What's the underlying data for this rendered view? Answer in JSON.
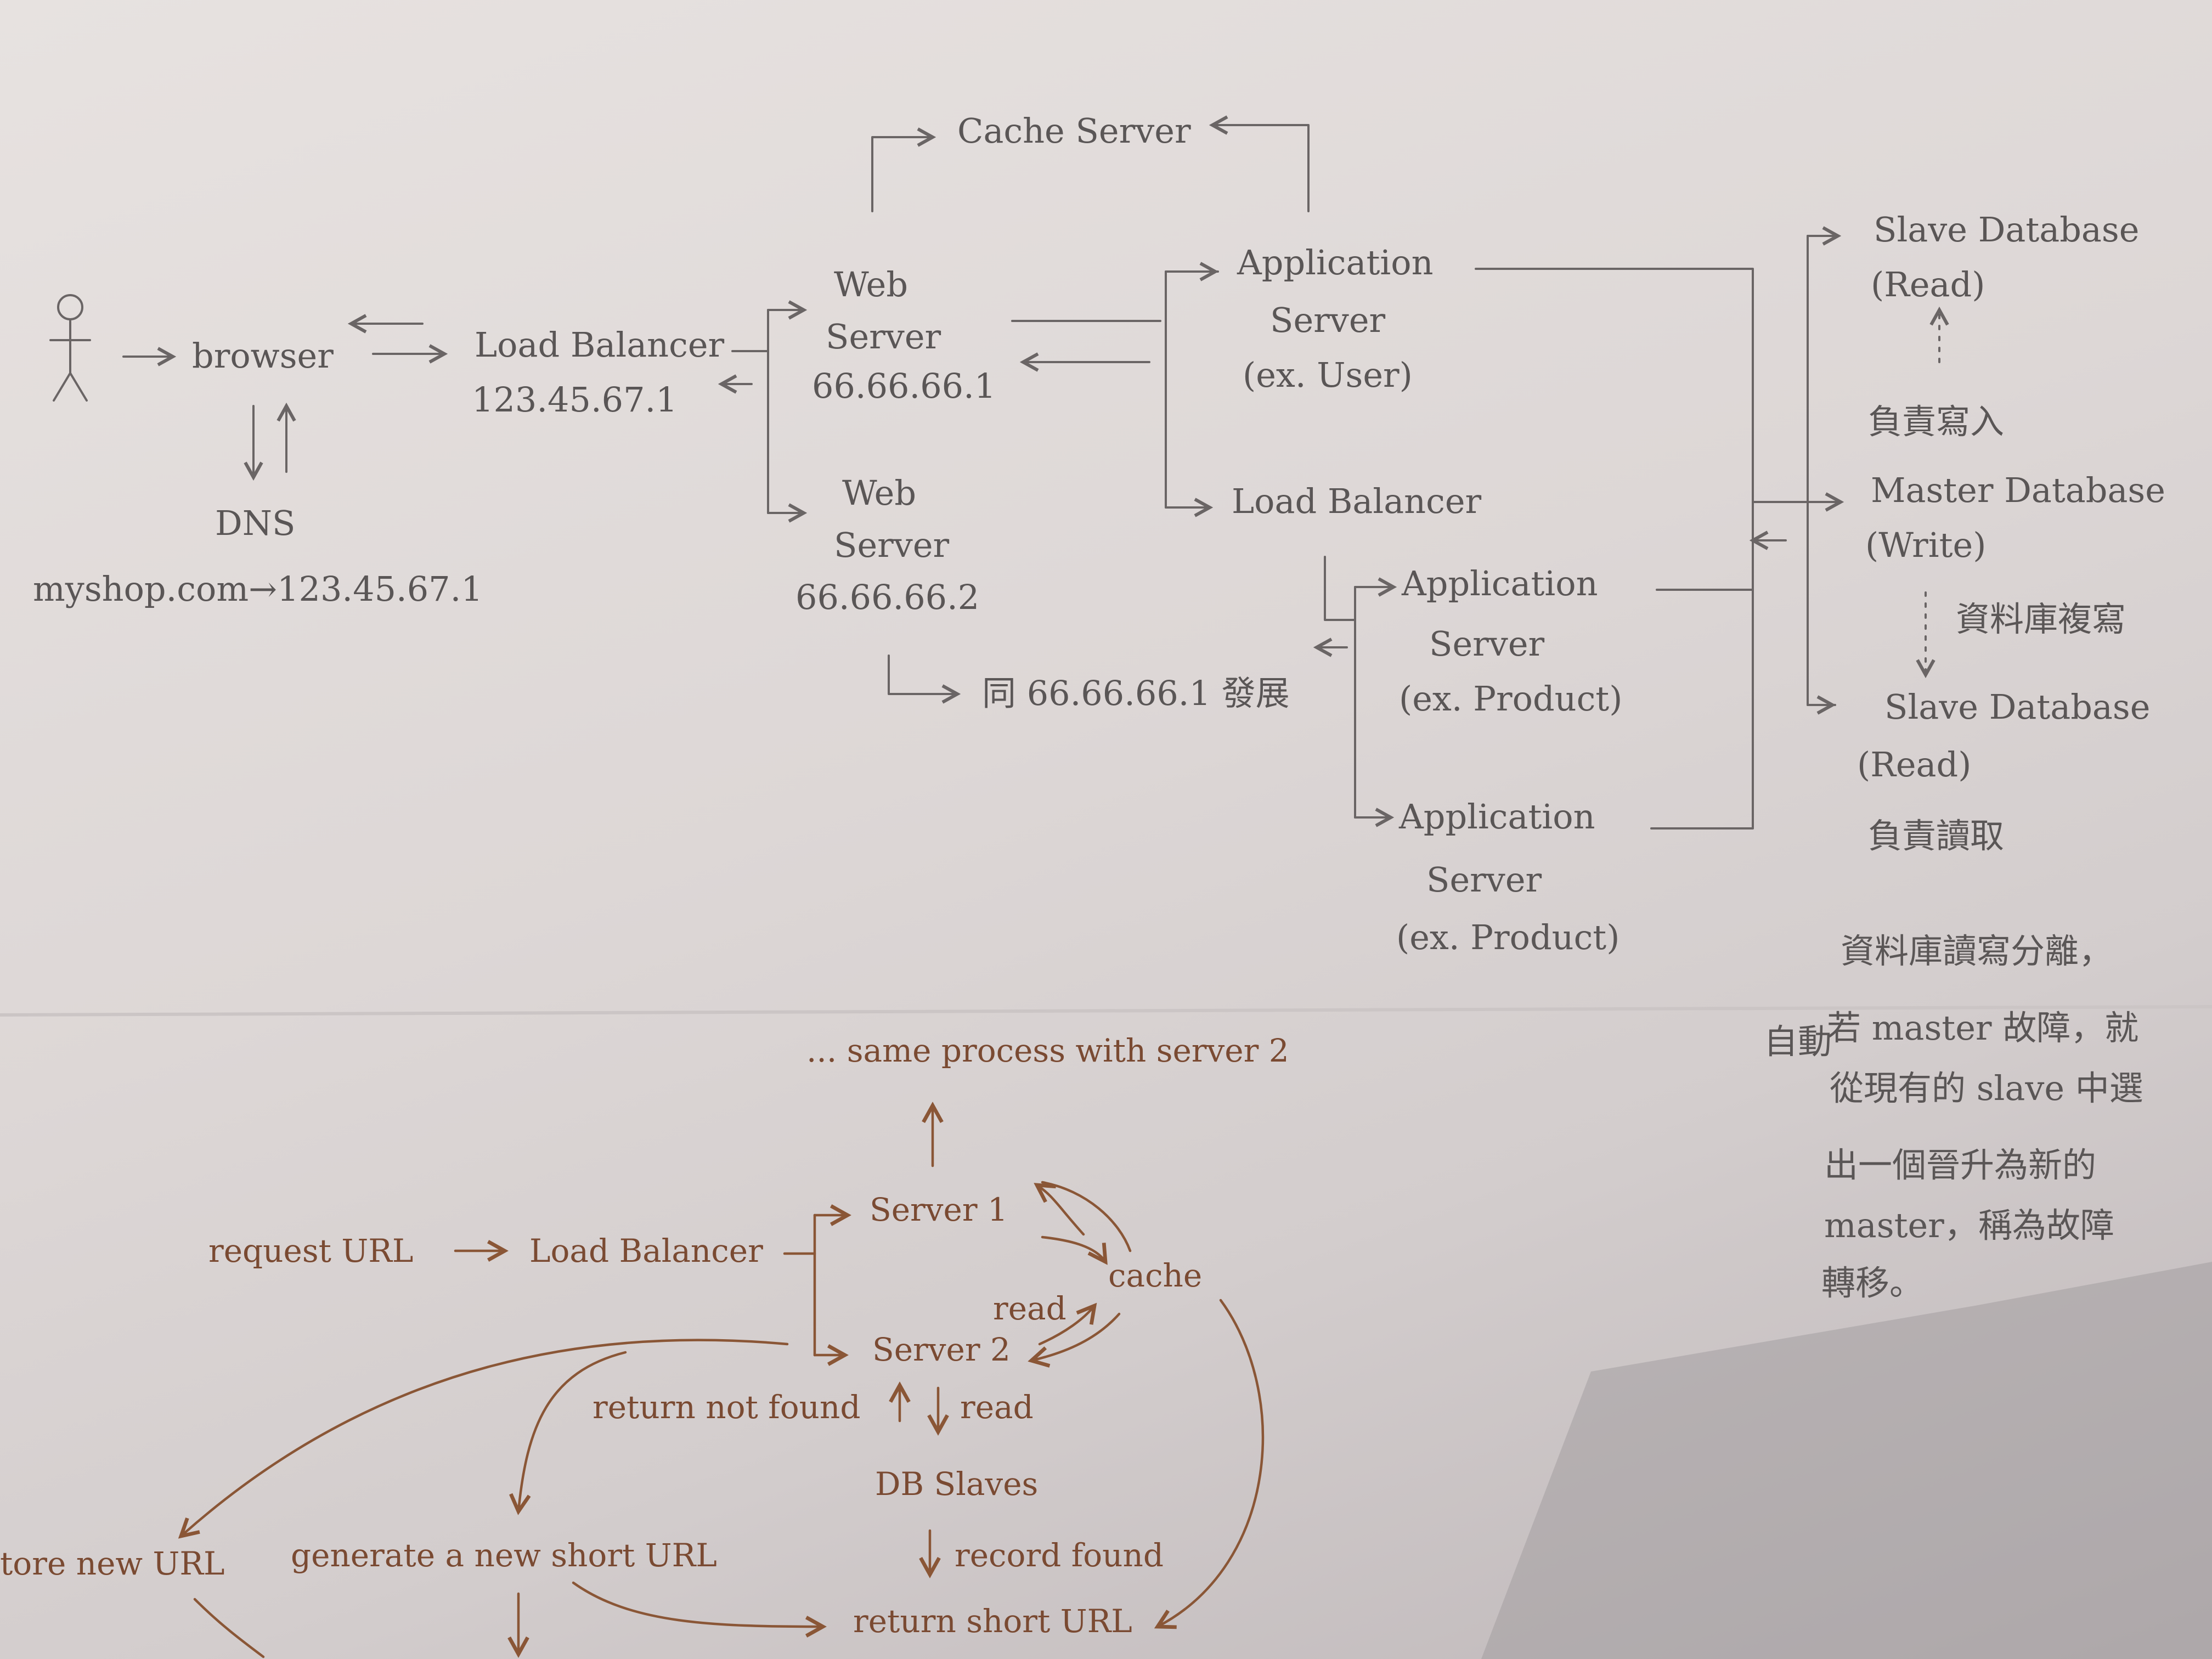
{
  "top": {
    "cache_server": "Cache Server",
    "browser": "browser",
    "dns": "DNS",
    "dns_mapping": "myshop.com→123.45.67.1",
    "lb1_label": "Load Balancer",
    "lb1_ip": "123.45.67.1",
    "web1_line1": "Web",
    "web1_line2": "Server",
    "web1_ip": "66.66.66.1",
    "web2_line1": "Web",
    "web2_line2": "Server",
    "web2_ip": "66.66.66.2",
    "web2_note": "同 66.66.66.1 發展",
    "app_user_line1": "Application",
    "app_user_line2": "Server",
    "app_user_line3": "(ex. User)",
    "lb2_label": "Load Balancer",
    "app_prod1_line1": "Application",
    "app_prod1_line2": "Server",
    "app_prod1_line3": "(ex. Product)",
    "app_prod2_line1": "Application",
    "app_prod2_line2": "Server",
    "app_prod2_line3": "(ex. Product)",
    "slave1_line1": "Slave Database",
    "slave1_line2": "(Read)",
    "master_note": "負責寫入",
    "master_line1": "Master Database",
    "master_line2": "(Write)",
    "replication_note": "資料庫複寫",
    "slave2_line1": "Slave Database",
    "slave2_line2": "(Read)",
    "slave2_note": "負責讀取",
    "failover_note_lines": [
      "資料庫讀寫分離，",
      "若 master 故障，就",
      "從現有的 slave 中選",
      "出一個晉升為新的",
      "master，稱為故障",
      "轉移。"
    ],
    "failover_auto": "自動"
  },
  "bottom": {
    "same_process": "... same process with server 2",
    "request_url": "request URL",
    "load_balancer": "Load Balancer",
    "server1": "Server 1",
    "server2": "Server 2",
    "cache": "cache",
    "read1": "read",
    "return_not_found": "return not found",
    "read2": "read",
    "db_slaves": "DB Slaves",
    "record_found": "record found",
    "return_short_url": "return short URL",
    "generate_short_url": "generate a new short URL",
    "store_new_url": "tore new URL"
  }
}
